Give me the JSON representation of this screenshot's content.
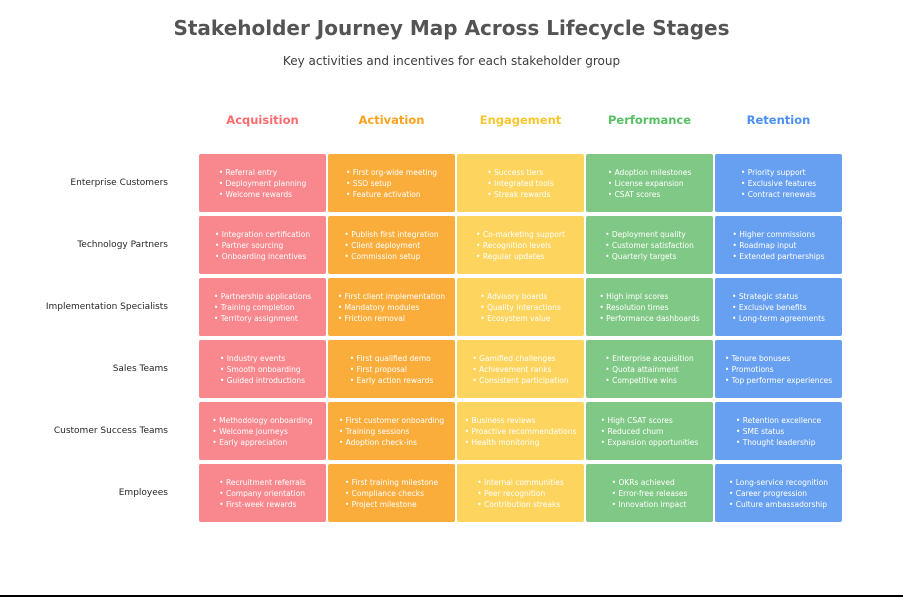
{
  "colors": {
    "title": "#545454",
    "subtitle": "#3d3d3d",
    "row_label": "#262626",
    "cell_text": "#ffffff",
    "bottom_rule": "#000000"
  },
  "chart_data": {
    "type": "table",
    "title": "Stakeholder Journey Map Across Lifecycle Stages",
    "subtitle": "Key activities and incentives for each stakeholder group",
    "legend_position": "none",
    "grid": "off",
    "columns": [
      {
        "label": "Acquisition",
        "header_color": "#fa6b6e",
        "cell_color": "#f8888d"
      },
      {
        "label": "Activation",
        "header_color": "#fba21f",
        "cell_color": "#fbad3c"
      },
      {
        "label": "Engagement",
        "header_color": "#fcc52f",
        "cell_color": "#fcd45e"
      },
      {
        "label": "Performance",
        "header_color": "#57c065",
        "cell_color": "#80c885"
      },
      {
        "label": "Retention",
        "header_color": "#4b90f0",
        "cell_color": "#68a0f1"
      }
    ],
    "rows": [
      {
        "label": "Enterprise Customers",
        "cells": [
          [
            "Referral entry",
            "Deployment planning",
            "Welcome rewards"
          ],
          [
            "First org-wide meeting",
            "SSO setup",
            "Feature activation"
          ],
          [
            "Success tiers",
            "Integrated tools",
            "Streak rewards"
          ],
          [
            "Adoption milestones",
            "License expansion",
            "CSAT scores"
          ],
          [
            "Priority support",
            "Exclusive features",
            "Contract renewals"
          ]
        ]
      },
      {
        "label": "Technology Partners",
        "cells": [
          [
            "Integration certification",
            "Partner sourcing",
            "Onboarding incentives"
          ],
          [
            "Publish first integration",
            "Client deployment",
            "Commission setup"
          ],
          [
            "Co-marketing support",
            "Recognition levels",
            "Regular updates"
          ],
          [
            "Deployment quality",
            "Customer satisfaction",
            "Quarterly targets"
          ],
          [
            "Higher commissions",
            "Roadmap input",
            "Extended partnerships"
          ]
        ]
      },
      {
        "label": "Implementation Specialists",
        "cells": [
          [
            "Partnership applications",
            "Training completion",
            "Territory assignment"
          ],
          [
            "First client implementation",
            "Mandatory modules",
            "Friction removal"
          ],
          [
            "Advisory boards",
            "Quality interactions",
            "Ecosystem value"
          ],
          [
            "High impl scores",
            "Resolution times",
            "Performance dashboards"
          ],
          [
            "Strategic status",
            "Exclusive benefits",
            "Long-term agreements"
          ]
        ]
      },
      {
        "label": "Sales Teams",
        "cells": [
          [
            "Industry events",
            "Smooth onboarding",
            "Guided introductions"
          ],
          [
            "First qualified demo",
            "First proposal",
            "Early action rewards"
          ],
          [
            "Gamified challenges",
            "Achievement ranks",
            "Consistent participation"
          ],
          [
            "Enterprise acquisition",
            "Quota attainment",
            "Competitive wins"
          ],
          [
            "Tenure bonuses",
            "Promotions",
            "Top performer experiences"
          ]
        ]
      },
      {
        "label": "Customer Success Teams",
        "cells": [
          [
            "Methodology onboarding",
            "Welcome journeys",
            "Early appreciation"
          ],
          [
            "First customer onboarding",
            "Training sessions",
            "Adoption check-ins"
          ],
          [
            "Business reviews",
            "Proactive recommendations",
            "Health monitoring"
          ],
          [
            "High CSAT scores",
            "Reduced churn",
            "Expansion opportunities"
          ],
          [
            "Retention excellence",
            "SME status",
            "Thought leadership"
          ]
        ]
      },
      {
        "label": "Employees",
        "cells": [
          [
            "Recruitment referrals",
            "Company orientation",
            "First-week rewards"
          ],
          [
            "First training milestone",
            "Compliance checks",
            "Project milestone"
          ],
          [
            "Internal communities",
            "Peer recognition",
            "Contribution streaks"
          ],
          [
            "OKRs achieved",
            "Error-free releases",
            "Innovation impact"
          ],
          [
            "Long-service recognition",
            "Career progression",
            "Culture ambassadorship"
          ]
        ]
      }
    ]
  }
}
